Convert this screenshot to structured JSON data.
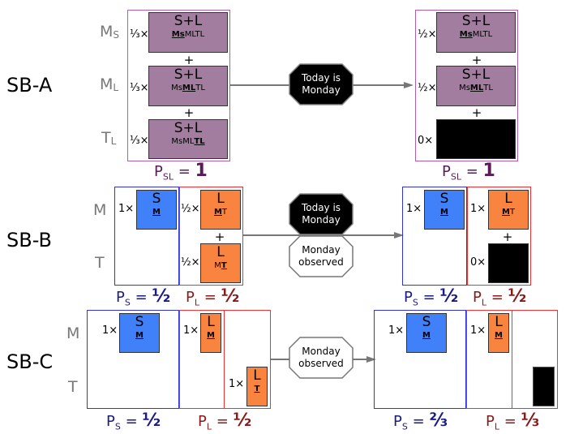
{
  "labels": {
    "sba": "SB-A",
    "sbb": "SB-B",
    "sbc": "SB-C"
  },
  "row_labels": {
    "a": [
      {
        "main": "M",
        "sub": "S"
      },
      {
        "main": "M",
        "sub": "L"
      },
      {
        "main": "T",
        "sub": "L"
      }
    ],
    "b": [
      "M",
      "T"
    ],
    "c": [
      "M",
      "T"
    ]
  },
  "plus": "+",
  "octagons": {
    "today": "Today is\nMonday",
    "observed": "Monday\nobserved"
  },
  "sba": {
    "before": {
      "boxes": [
        {
          "coef": "⅓×",
          "title": "S+L",
          "pre": "",
          "bold": "Ms",
          "post": "MLTL"
        },
        {
          "coef": "⅓×",
          "title": "S+L",
          "pre": "Ms",
          "bold": "ML",
          "post": "TL"
        },
        {
          "coef": "⅓×",
          "title": "S+L",
          "pre": "MsML",
          "bold": "TL",
          "post": ""
        }
      ],
      "prob": {
        "label": "P",
        "sub": "SL",
        "eq": " = ",
        "val": "1"
      }
    },
    "after": {
      "boxes": [
        {
          "coef": "½×",
          "title": "S+L",
          "pre": "",
          "bold": "Ms",
          "post": "MLTL"
        },
        {
          "coef": "½×",
          "title": "S+L",
          "pre": "Ms",
          "bold": "ML",
          "post": "TL"
        },
        {
          "coef": "0×"
        }
      ],
      "prob": {
        "label": "P",
        "sub": "SL",
        "eq": " = ",
        "val": "1"
      }
    }
  },
  "sbb": {
    "before": {
      "s": {
        "coef": "1×",
        "title": "S",
        "bold": "M"
      },
      "l": [
        {
          "coef": "½×",
          "title": "L",
          "pre": "",
          "bold": "M",
          "post": "T"
        },
        {
          "coef": "½×",
          "title": "L",
          "pre": "M",
          "bold": "T",
          "post": ""
        }
      ],
      "ps": {
        "label": "P",
        "sub": "S",
        "eq": " = ",
        "val": "½"
      },
      "pl": {
        "label": "P",
        "sub": "L",
        "eq": " = ",
        "val": "½"
      }
    },
    "after": {
      "s": {
        "coef": "1×",
        "title": "S",
        "bold": "M"
      },
      "l": [
        {
          "coef": "1×",
          "title": "L",
          "pre": "",
          "bold": "M",
          "post": "T"
        },
        {
          "coef": "0×"
        }
      ],
      "ps": {
        "label": "P",
        "sub": "S",
        "eq": " = ",
        "val": "½"
      },
      "pl": {
        "label": "P",
        "sub": "L",
        "eq": " = ",
        "val": "½"
      }
    }
  },
  "sbc": {
    "before": {
      "s": {
        "coef": "1×",
        "title": "S",
        "bold": "M"
      },
      "l": [
        {
          "coef": "1×",
          "title": "L",
          "bold": "M"
        },
        {
          "coef": "1×",
          "title": "L",
          "bold": "T"
        }
      ],
      "ps": {
        "label": "P",
        "sub": "S",
        "eq": " = ",
        "val": "½"
      },
      "pl": {
        "label": "P",
        "sub": "L",
        "eq": " = ",
        "val": "½"
      }
    },
    "after": {
      "s": {
        "coef": "1×",
        "title": "S",
        "bold": "M"
      },
      "l": [
        {
          "coef": "1×",
          "title": "L",
          "bold": "M"
        }
      ],
      "ps": {
        "label": "P",
        "sub": "S",
        "eq": " = ",
        "val": "⅔"
      },
      "pl": {
        "label": "P",
        "sub": "L",
        "eq": " = ",
        "val": "⅓"
      }
    }
  }
}
